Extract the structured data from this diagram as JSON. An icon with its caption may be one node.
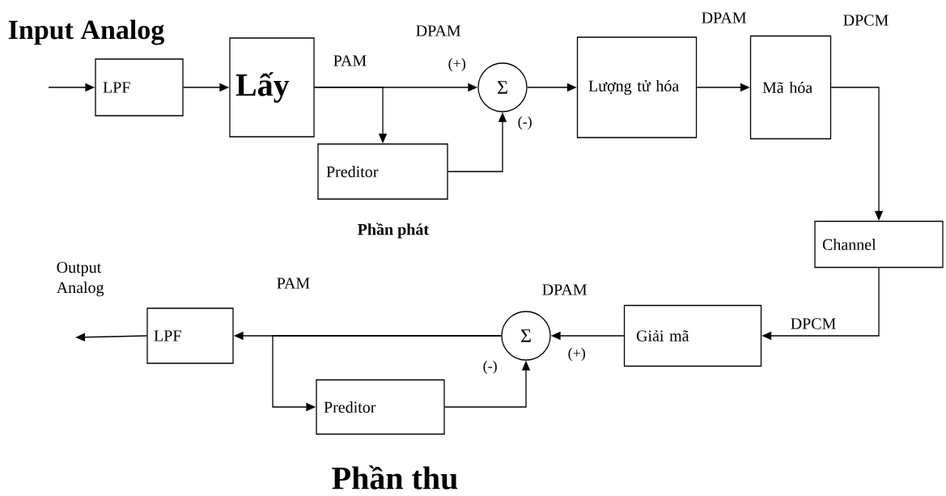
{
  "diagram": {
    "nodes": [
      {
        "text": [
          "LPF"
        ]
      },
      {
        "text": [
          "Lấy"
        ]
      },
      {
        "text": [
          "Σ"
        ]
      },
      {
        "text": [
          "Preditor"
        ]
      },
      {
        "text": [
          "Lượng tử hóa"
        ]
      },
      {
        "text": [
          "Mã hóa"
        ]
      },
      {
        "text": [
          "Channel"
        ]
      },
      {
        "text": [
          "Giải mã"
        ]
      },
      {
        "text": [
          "Σ"
        ]
      },
      {
        "text": [
          "LPF"
        ]
      },
      {
        "text": [
          "Preditor"
        ]
      }
    ],
    "edges": [
      {
        "from": null,
        "to": 0,
        "arrow": "to"
      },
      {
        "from": 0,
        "to": 1,
        "arrow": "to"
      },
      {
        "from": 1,
        "to": 2,
        "arrow": "to"
      },
      {
        "from": 1,
        "to": 3,
        "arrow": "to"
      },
      {
        "from": 3,
        "to": 2,
        "arrow": "to"
      },
      {
        "from": 2,
        "to": 4,
        "arrow": "to"
      },
      {
        "from": 4,
        "to": 5,
        "arrow": "to"
      },
      {
        "from": 5,
        "to": 6,
        "arrow": "to"
      },
      {
        "from": 6,
        "to": 7,
        "arrow": "to"
      },
      {
        "from": 7,
        "to": 8,
        "arrow": "to"
      },
      {
        "from": 8,
        "to": 9,
        "arrow": "to"
      },
      {
        "from": 8,
        "to": 10,
        "arrow": "to"
      },
      {
        "from": 10,
        "to": 8,
        "arrow": "to"
      },
      {
        "from": 9,
        "to": null,
        "arrow": "to"
      }
    ],
    "labels": [
      "Input Analog",
      "PAM",
      "DPAM",
      "(+)",
      "(-)",
      "DPAM",
      "DPCM",
      "Phần phát",
      "Output Analog",
      "PAM",
      "DPAM",
      "DPCM",
      "(+)",
      "(-)",
      "Phần thu"
    ]
  }
}
